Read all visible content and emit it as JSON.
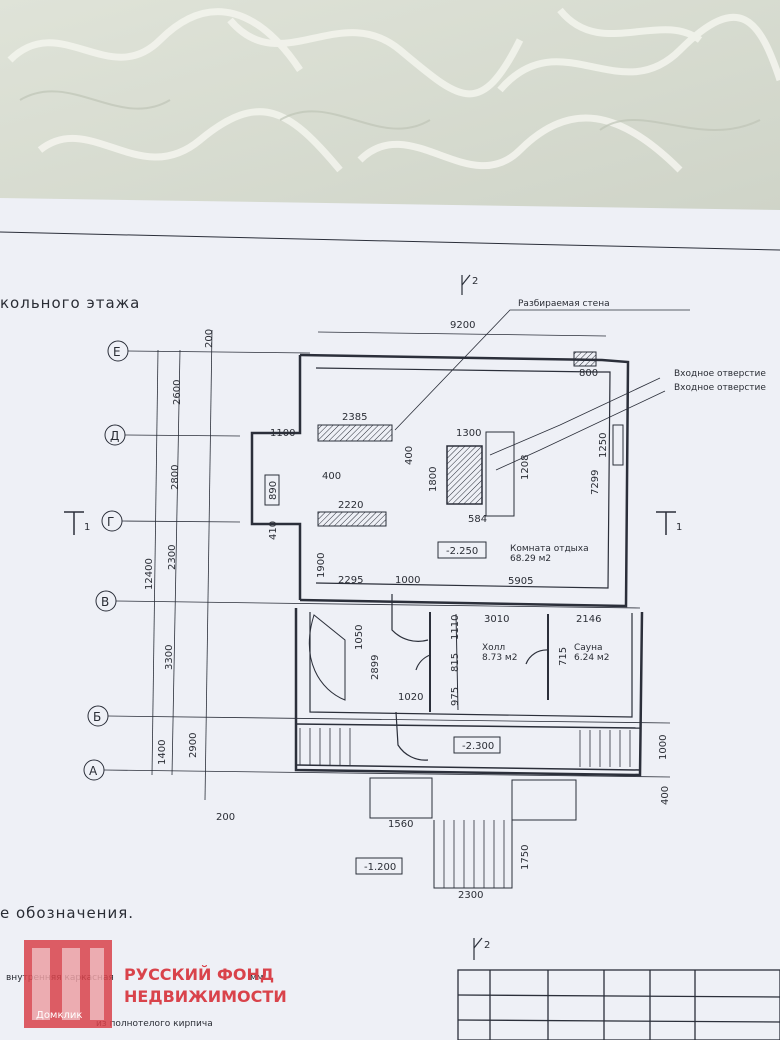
{
  "drawing": {
    "title_fragment": "кольного этажа",
    "legend_heading": "е обозначения.",
    "legend_line_1": "внутренняя каркасная",
    "legend_line_1b": "мм",
    "legend_line_2": "из полнотелого кирпича",
    "section_mark": "1",
    "sheet_mark": "2",
    "callouts": {
      "wall": "Разбираемая стена",
      "opening_1": "Входное отверстие",
      "opening_2": "Входное отверстие"
    },
    "axes": [
      "Е",
      "Д",
      "Г",
      "В",
      "Б",
      "А"
    ],
    "rooms": [
      {
        "name": "Комната отдыха",
        "area": "68.29 м2"
      },
      {
        "name": "Холл",
        "area": "8.73 м2"
      },
      {
        "name": "Сауна",
        "area": "6.24 м2"
      }
    ],
    "levels": [
      "-2.250",
      "-2.300",
      "-1.200"
    ],
    "dims_top": [
      "9200",
      "2385",
      "1300",
      "2220",
      "1100",
      "400",
      "584",
      "800"
    ],
    "dims_left": [
      "12400",
      "2600",
      "2800",
      "2300",
      "3300",
      "1400",
      "2900",
      "200"
    ],
    "dims_misc": [
      "400",
      "1800",
      "1208",
      "1250",
      "7299",
      "890",
      "410",
      "1900",
      "2295",
      "1000",
      "5905",
      "3010",
      "2146",
      "1050",
      "1110",
      "815",
      "975",
      "715",
      "2899",
      "1020",
      "1560",
      "1750",
      "2300",
      "1000",
      "400",
      "200"
    ]
  },
  "watermark": {
    "brand_line_1": "РУССКИЙ ФОНД",
    "brand_line_2": "НЕДВИЖИМОСТИ",
    "platform": "Домклик"
  },
  "colors": {
    "paper": "#eef0f6",
    "ink": "#2b2f3a",
    "fabric": "#dfe3d8",
    "watermark_red": "#d9434b"
  }
}
